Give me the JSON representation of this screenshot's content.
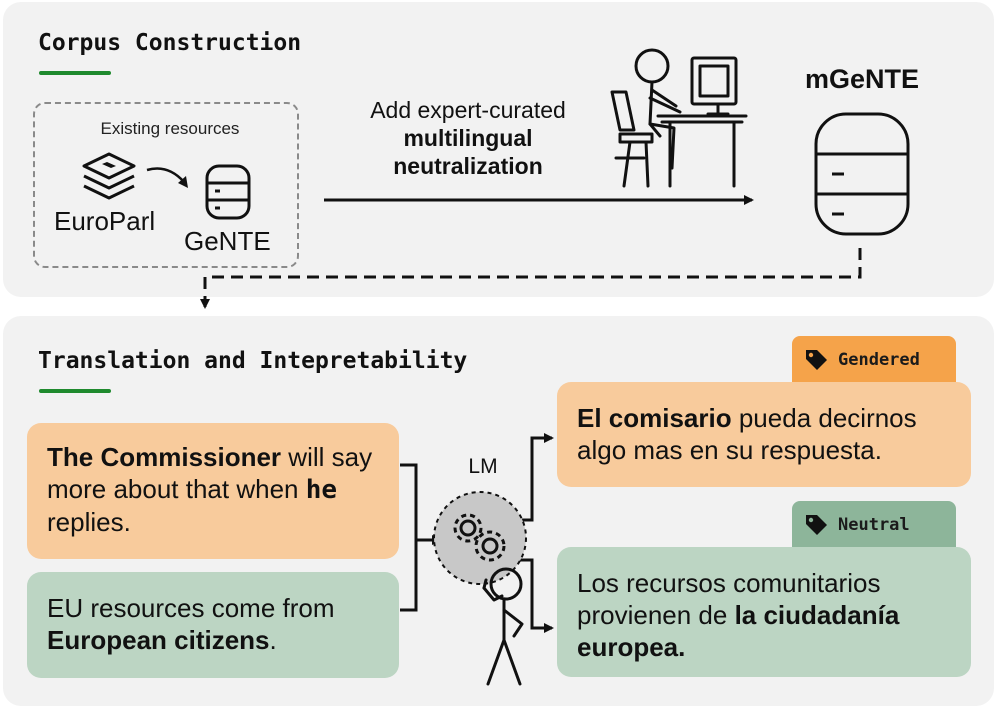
{
  "corpus": {
    "title": "Corpus Construction",
    "resources_label": "Existing resources",
    "europarl": "EuroParl",
    "gente": "GeNTE",
    "action_line1": "Add expert-curated",
    "action_line2": "multilingual",
    "action_line3": "neutralization",
    "output": "mGeNTE"
  },
  "translation": {
    "title": "Translation and Intepretability",
    "lm_label": "LM",
    "source_gendered": {
      "bold1": "The Commissioner",
      "text1": " will say more about that when ",
      "bold2": "he",
      "text2": " replies."
    },
    "source_neutral": {
      "text1": "EU resources come from ",
      "bold1": "European citizens",
      "text2": "."
    },
    "tag_gendered": "Gendered",
    "tag_neutral": "Neutral",
    "target_gendered": {
      "bold1": "El comisario",
      "text1": " pueda decirnos algo mas en su respuesta."
    },
    "target_neutral": {
      "text1": "Los recursos comunitarios provienen de ",
      "bold1": "la ciudadanía europea."
    }
  },
  "colors": {
    "accent_green": "#1f8a2e",
    "orange_bubble": "#f8cb9c",
    "green_bubble": "#bcd5c3",
    "orange_tag": "#f5a34a",
    "green_tag": "#8db59a",
    "panel": "#f2f2f2"
  },
  "icons": [
    "layers-icon",
    "database-icon",
    "person-at-desk-icon",
    "gears-icon",
    "thinking-person-icon",
    "tag-icon"
  ]
}
